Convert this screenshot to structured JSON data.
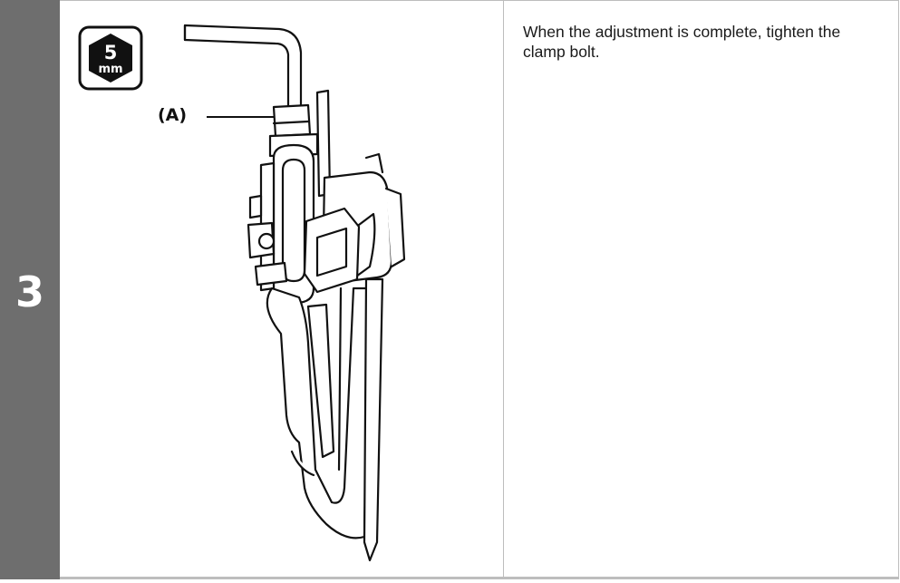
{
  "step": {
    "number": "3"
  },
  "tool": {
    "size_value": "5",
    "size_unit": "mm",
    "icon": "hex-wrench-size-icon"
  },
  "callout": {
    "label": "(A)"
  },
  "instruction": {
    "text": "When the adjustment is complete, tighten the clamp bolt."
  },
  "colors": {
    "step_bar": "#6e6e6e",
    "border": "#bdbdbd",
    "ink": "#111111"
  }
}
